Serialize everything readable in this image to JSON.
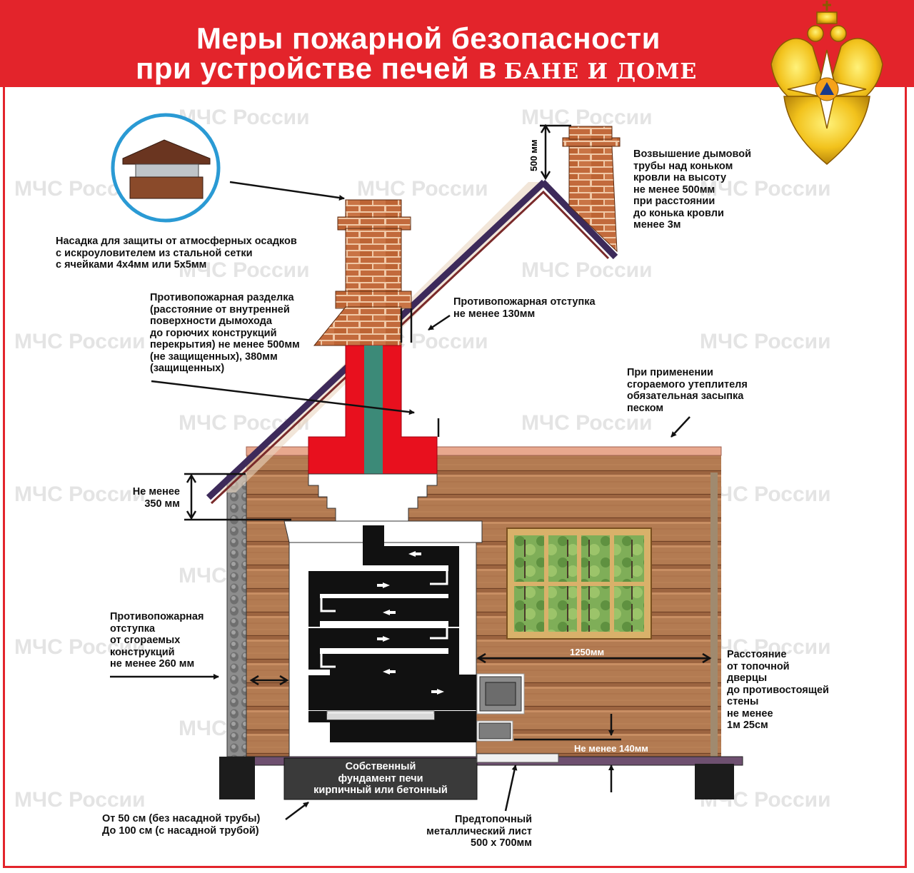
{
  "title": {
    "line1": "Меры пожарной безопасности",
    "line2_main": "при устройстве печей в",
    "line2_emph": "БАНЕ И ДОМЕ"
  },
  "watermark": "МЧС России",
  "labels": {
    "cap": "Насадка для защиты от атмосферных осадков\nс искроуловителем из стальной сетки\nс ячейками 4х4мм или 5х5мм",
    "chimney_height": "Возвышение дымовой\nтрубы над коньком\nкровли на высоту\nне менее 500мм\nпри расстоянии\nдо конька кровли\nменее 3м",
    "roof_offset": "Противопожарная отступка\nне менее 130мм",
    "cutoff": "Противопожарная разделка\n(расстояние от внутренней\nповерхности дымохода\nдо горючих конструкций\nперекрытия) не менее 500мм\n(не защищенных), 380мм\n(защищенных)",
    "sand": "При применении\nсгораемого утеплителя\nобязательная засыпка\nпеском",
    "min350": "Не менее\n350 мм",
    "wall_offset": "Противопожарная\nотступка\nот сгораемых\nконструкций\nне менее 260 мм",
    "door_dist": "Расстояние\nот топочной\nдверцы\nдо противостоящей\nстены\nне менее\n1м 25см",
    "foundation": "Собственный\nфундамент печи\nкирпичный или бетонный",
    "gap": "От 50 см (без насадной трубы)\nДо 100 см (с насадной трубой)",
    "sheet": "Предтопочный\nметаллический лист\n500 х 700мм",
    "dim_500": "500 мм",
    "dim_1250": "1250мм",
    "dim_140": "Не менее 140мм"
  },
  "colors": {
    "header_red": "#e3242b",
    "fire_cut_red": "#e8101e",
    "flue_green": "#3c8a78",
    "wood_brown": "#b37b52",
    "brick": "#c26a3c",
    "roof_line": "#3d2a5a"
  }
}
